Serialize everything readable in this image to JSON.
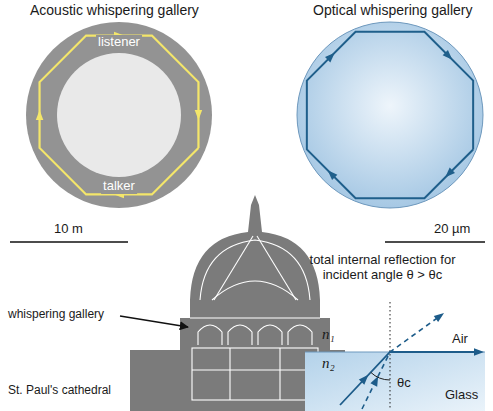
{
  "diagram": {
    "nodes": [
      {
        "text": [
          "listener",
          "talker"
        ]
      },
      {
        "text": [
          "n₂",
          "θc",
          "Glass"
        ]
      }
    ],
    "labels": [
      "Acoustic whispering gallery",
      "Optical whispering gallery",
      "10 m",
      "20 µm",
      "whispering gallery",
      "St. Paul's cathedral",
      "total internal reflection for incident angle θ > θc",
      "n₁",
      "Air"
    ]
  }
}
